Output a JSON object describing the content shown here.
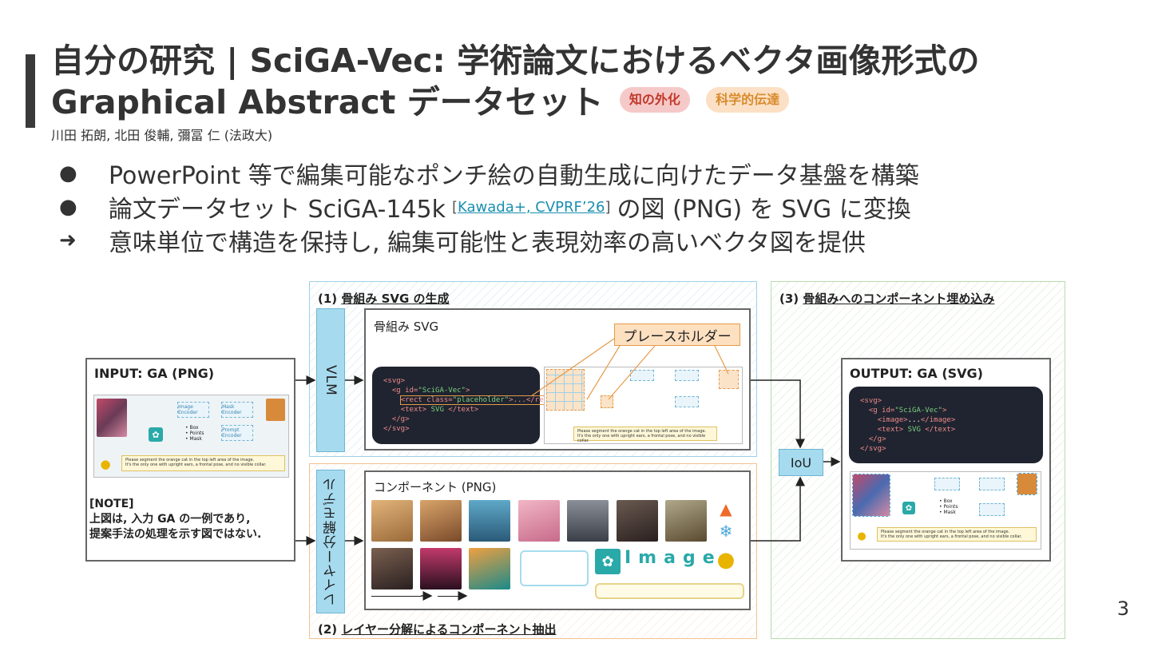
{
  "title": {
    "line1": "自分の研究 | SciGA-Vec: 学術論文におけるベクタ画像形式の",
    "line2": "Graphical Abstract データセット",
    "tags": [
      "知の外化",
      "科学的伝達"
    ]
  },
  "authors": "川田 拓朗, 北田 俊輔, 彌冨 仁 (法政大)",
  "bullets": [
    {
      "mark": "●",
      "text": "PowerPoint 等で編集可能なポンチ絵の自動生成に向けたデータ基盤を構築"
    },
    {
      "mark": "●",
      "pre": "論文データセット SciGA-145k",
      "cite_open": "[",
      "cite": "Kawada+, CVPRF’26",
      "cite_close": "]",
      "post": "の図 (PNG) を SVG に変換"
    },
    {
      "mark": "➜",
      "text": "意味単位で構造を保持し, 編集可能性と表現効率の高いベクタ図を提供"
    }
  ],
  "page_number": "3",
  "diagram": {
    "panel1_num": "(1)",
    "panel1_label": "骨組み SVG の生成",
    "panel2_num": "(2)",
    "panel2_label": "レイヤー分解によるコンポーネント抽出",
    "panel3_num": "(3)",
    "panel3_label": "骨組みへのコンポーネント埋め込み",
    "input_title": "INPUT: GA (PNG)",
    "output_title": "OUTPUT: GA (SVG)",
    "vlm": "VLM",
    "layer_model": "レイヤー分解モデル",
    "skeleton_title": "骨組み SVG",
    "placeholder": "プレースホルダー",
    "components_title": "コンポーネント (PNG)",
    "iou": "IoU",
    "note_lines": [
      "[NOTE]",
      "上図は, 入力 GA の一例であり,",
      "提案手法の処理を示す図ではない."
    ],
    "image_word": "Image",
    "code1": {
      "l1": "<svg>",
      "l2a": "<g id=",
      "l2b": "\"SciGA-Vec\"",
      "l2c": ">",
      "l3a": "<rect class=",
      "l3b": "\"placeholder\"",
      "l3c": ">...</rect>",
      "l4a": "<text>",
      "l4b": " SVG ",
      "l4c": "</text>",
      "l5": "</g>",
      "l6": "</svg>"
    },
    "code2": {
      "l1": "<svg>",
      "l2a": "<g id=",
      "l2b": "\"SciGA-Vec\"",
      "l2c": ">",
      "l3a": "<image>",
      "l3b": "...",
      "l3c": "</image>",
      "l4a": "<text>",
      "l4b": " SVG ",
      "l4c": "</text>",
      "l5": "</g>",
      "l6": "</svg>"
    },
    "ga_labels": {
      "image_encoder": "Image Encoder",
      "mask_encoder": "Mask Encoder",
      "prompt_encoder": "Prompt Encoder",
      "box": "• Box",
      "points": "• Points",
      "mask": "• Mask",
      "prompt1": "Please segment the orange cat in the top left area of the image.",
      "prompt2": "It's the only one with upright ears, a frontal pose, and no visible collar."
    }
  }
}
